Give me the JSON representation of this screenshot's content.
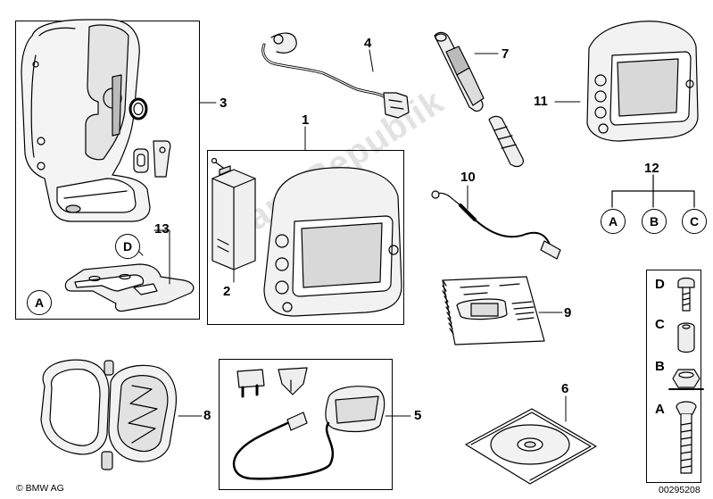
{
  "labels": {
    "p1": "1",
    "p2": "2",
    "p3": "3",
    "p4": "4",
    "p5": "5",
    "p6": "6",
    "p7": "7",
    "p8": "8",
    "p9": "9",
    "p10": "10",
    "p11": "11",
    "p12": "12",
    "p13": "13"
  },
  "letters": {
    "a": "A",
    "b": "B",
    "c": "C",
    "d": "D"
  },
  "footer": {
    "copyright": "© BMW AG",
    "code": "00295208"
  },
  "watermark": "PartsRepublik"
}
